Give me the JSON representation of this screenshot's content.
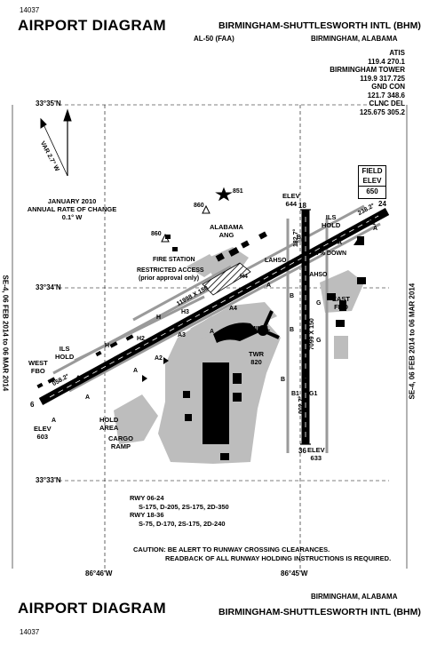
{
  "header": {
    "number_top": "14037",
    "title": "AIRPORT DIAGRAM",
    "airport_name": "BIRMINGHAM-SHUTTLESWORTH INTL (BHM)",
    "designator": "AL-50 (FAA)",
    "city": "BIRMINGHAM, ALABAMA"
  },
  "frequencies": [
    {
      "label": "ATIS",
      "value": "119.4 270.1"
    },
    {
      "label": "BIRMINGHAM TOWER",
      "value": "119.9 317.725"
    },
    {
      "label": "GND CON",
      "value": "121.7 348.6"
    },
    {
      "label": "CLNC DEL",
      "value": "125.675 305.2"
    }
  ],
  "coordinates": {
    "lat_top": "33°35'N",
    "lat_mid": "33°34'N",
    "lat_bottom": "33°33'N",
    "lon_left": "86°46'W",
    "lon_right": "86°45'W"
  },
  "validity": {
    "left": "SE-4, 06 FEB 2014 to 06 MAR 2014",
    "right": "SE-4, 06 FEB 2014 to 06 MAR 2014"
  },
  "declination": {
    "var": "VAR 2.7° W",
    "line1": "JANUARY 2010",
    "line2": "ANNUAL RATE OF CHANGE",
    "line3": "0.1° W"
  },
  "field_elev": {
    "l1": "FIELD",
    "l2": "ELEV",
    "value": "650"
  },
  "obstacles": [
    {
      "label": "851"
    },
    {
      "label": "860"
    },
    {
      "label": "860"
    }
  ],
  "facilities": {
    "alabama_ang_1": "ALABAMA",
    "alabama_ang_2": "ANG",
    "fire_station": "FIRE STATION",
    "restricted_1": "RESTRICTED ACCESS",
    "restricted_2": "(prior approval only)",
    "terminal": "TERMINAL",
    "twr": "TWR",
    "twr_val": "820",
    "east_fbo_1": "EAST",
    "east_fbo_2": "FBO",
    "west_fbo_1": "WEST",
    "west_fbo_2": "FBO",
    "hold_area_1": "HOLD",
    "hold_area_2": "AREA",
    "cargo_1": "CARGO",
    "cargo_2": "RAMP",
    "ils_hold_1a": "ILS",
    "ils_hold_1b": "HOLD",
    "ils_hold_2a": "ILS",
    "ils_hold_2b": "HOLD",
    "lahso_1": "LAHSO",
    "lahso_2": "LAHSO"
  },
  "runways": {
    "rwy_06_24_dims": "11998 X 150",
    "rwy_18_36_dims": "7099 X 150",
    "hdg_238": "238.2°",
    "hdg_058": "058.2°",
    "hdg_182": "182.7°",
    "hdg_002": "002.7°",
    "num_24": "24",
    "num_6": "6",
    "num_18": "18",
    "num_36": "36",
    "down": "0.7% DOWN",
    "elev_644_l": "ELEV",
    "elev_644": "644",
    "elev_603_l": "ELEV",
    "elev_603": "603",
    "elev_633_l": "ELEV",
    "elev_633": "633"
  },
  "taxiways": [
    "A",
    "A",
    "A",
    "A",
    "A",
    "A",
    "A",
    "H",
    "H",
    "H2",
    "H3",
    "H4",
    "A2",
    "A3",
    "A4",
    "B",
    "B",
    "B",
    "B1",
    "B1",
    "G",
    "G",
    "G1",
    "A1"
  ],
  "weight_bearing": {
    "rwy_a": "RWY 06-24",
    "rwy_a_vals": "S-175, D-205, 2S-175, 2D-350",
    "rwy_b": "RWY 18-36",
    "rwy_b_vals": "S-75, D-170, 2S-175, 2D-240"
  },
  "caution": {
    "line1": "CAUTION: BE ALERT TO RUNWAY CROSSING CLEARANCES.",
    "line2": "READBACK OF ALL RUNWAY HOLDING INSTRUCTIONS IS REQUIRED."
  },
  "footer": {
    "city": "BIRMINGHAM, ALABAMA",
    "title": "AIRPORT DIAGRAM",
    "airport_name": "BIRMINGHAM-SHUTTLESWORTH INTL (BHM)",
    "number": "14037"
  }
}
